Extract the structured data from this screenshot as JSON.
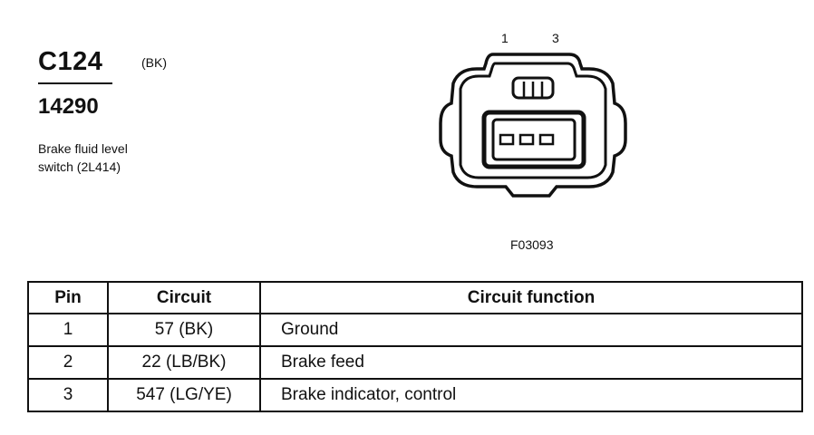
{
  "header": {
    "connector_id": "C124",
    "connector_color": "(BK)",
    "part_number": "14290",
    "description_line1": "Brake fluid level",
    "description_line2": "switch (2L414)"
  },
  "diagram": {
    "pin_labels": [
      "1",
      "3"
    ],
    "figure_code": "F03093"
  },
  "table": {
    "headers": [
      "Pin",
      "Circuit",
      "Circuit function"
    ],
    "rows": [
      {
        "pin": "1",
        "circuit": "57 (BK)",
        "function": "Ground"
      },
      {
        "pin": "2",
        "circuit": "22 (LB/BK)",
        "function": "Brake feed"
      },
      {
        "pin": "3",
        "circuit": "547 (LG/YE)",
        "function": "Brake indicator, control"
      }
    ]
  }
}
